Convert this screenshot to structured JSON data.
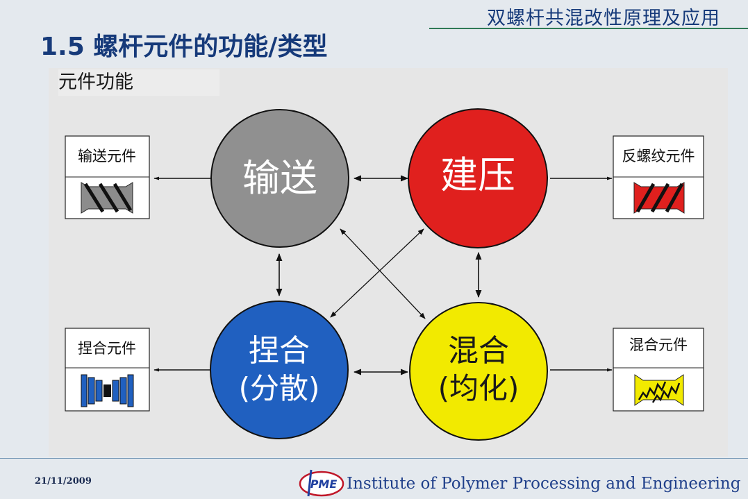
{
  "header": {
    "course_title": "双螺杆共混改性原理及应用",
    "slide_title": "1.5 螺杆元件的功能/类型"
  },
  "diagram": {
    "panel_label": "元件功能",
    "nodes": [
      {
        "id": "conveying",
        "label_line1": "输送",
        "label_line2": "",
        "color": "#909090"
      },
      {
        "id": "pressure",
        "label_line1": "建压",
        "label_line2": "",
        "color": "#e0201e"
      },
      {
        "id": "kneading",
        "label_line1": "捏合",
        "label_line2": "(分散)",
        "color": "#2060c0"
      },
      {
        "id": "mixing",
        "label_line1": "混合",
        "label_line2": "(均化)",
        "color": "#f2ea00"
      }
    ],
    "element_boxes": [
      {
        "id": "conveying-element",
        "label": "输送元件",
        "color": "#8c8c8c"
      },
      {
        "id": "reverse-element",
        "label": "反螺纹元件",
        "color": "#e0201e"
      },
      {
        "id": "kneading-element",
        "label": "捏合元件",
        "color": "#2060c0"
      },
      {
        "id": "mixing-element",
        "label": "混合元件",
        "color": "#f2ea00"
      }
    ]
  },
  "footer": {
    "date": "21/11/2009",
    "logo_text": "PME",
    "organization": "Institute of Polymer Processing and Engineering"
  }
}
